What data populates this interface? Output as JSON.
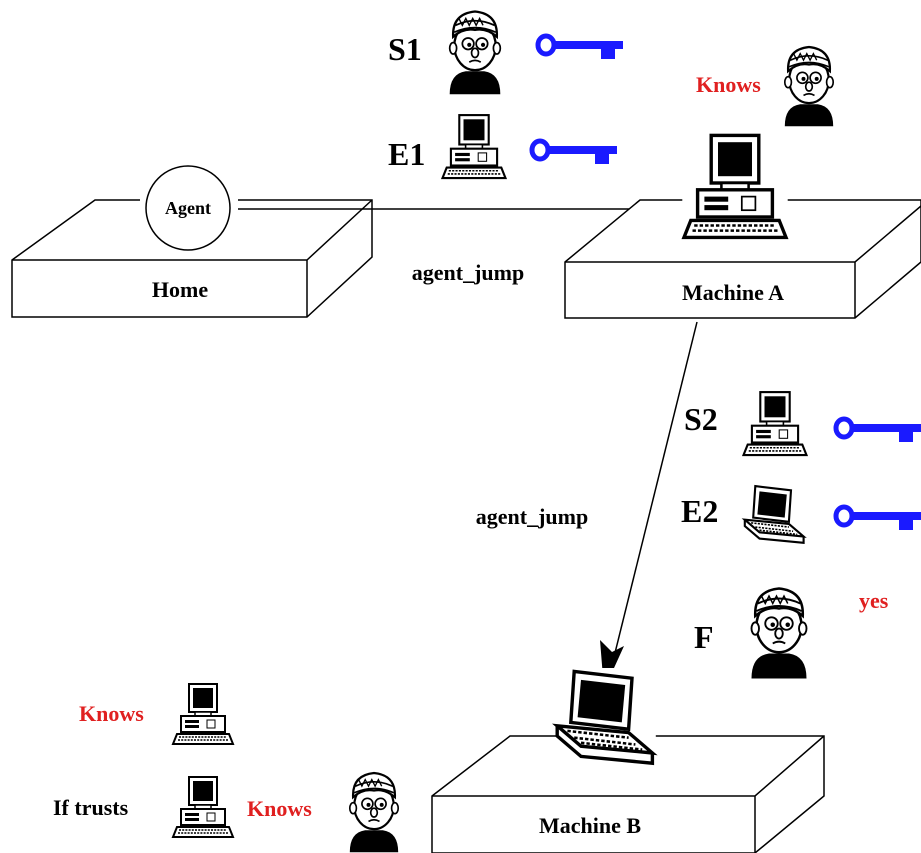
{
  "platforms": {
    "home": "Home",
    "machine_a": "Machine A",
    "machine_b": "Machine B"
  },
  "agent": {
    "label": "Agent"
  },
  "transfers": {
    "home_to_a": "agent_jump",
    "a_to_b": "agent_jump"
  },
  "credentials_top": {
    "s1": "S1",
    "e1": "E1",
    "knows": "Knows"
  },
  "credentials_mid": {
    "s2": "S2",
    "e2": "E2",
    "f": "F",
    "yes": "yes"
  },
  "credentials_bottom": {
    "knows_1": "Knows",
    "if_trusts": "If trusts",
    "knows_2": "Knows"
  },
  "colors": {
    "key": "#1a1aff",
    "emphasis": "#e02020",
    "line": "#000000"
  },
  "icons": [
    "person-icon",
    "desktop-computer-icon",
    "laptop-icon",
    "key-icon"
  ]
}
